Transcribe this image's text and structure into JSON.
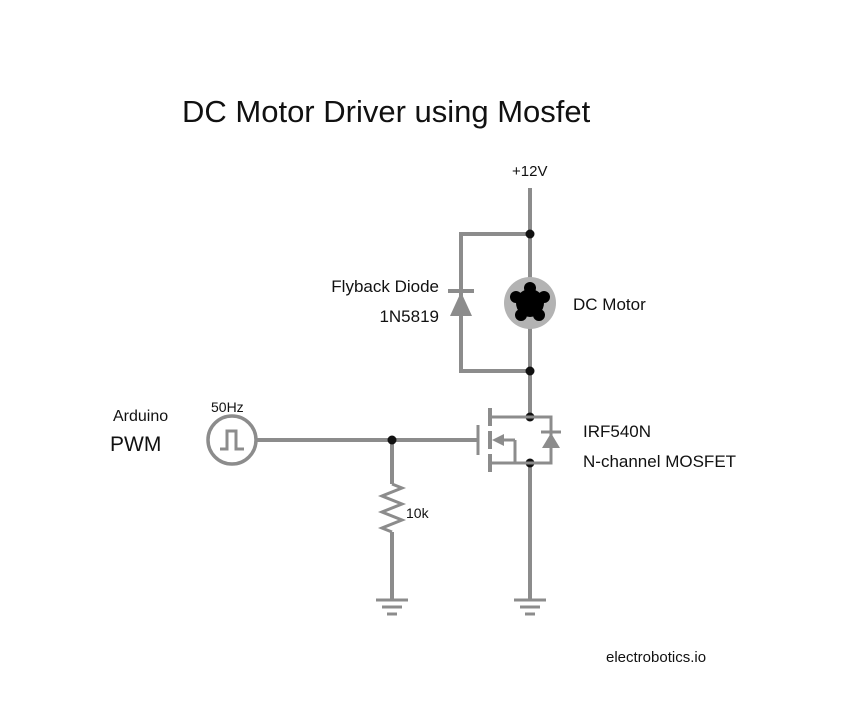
{
  "title": "DC Motor Driver using Mosfet",
  "supply": {
    "label": "+12V"
  },
  "diode": {
    "name": "Flyback Diode",
    "part": "1N5819"
  },
  "motor": {
    "label": "DC Motor"
  },
  "source": {
    "name": "Arduino",
    "type": "PWM",
    "frequency": "50Hz"
  },
  "resistor": {
    "value": "10k"
  },
  "mosfet": {
    "part": "IRF540N",
    "type": "N-channel MOSFET"
  },
  "credit": "electrobotics.io",
  "colors": {
    "wire": "#8c8c8c",
    "node": "#111111",
    "text": "#111111",
    "motor_ring": "#b3b3b3",
    "motor_core": "#000000"
  },
  "icons": [
    "dc-motor-icon",
    "diode-icon",
    "resistor-icon",
    "pwm-source-icon",
    "ground-icon",
    "mosfet-icon"
  ]
}
